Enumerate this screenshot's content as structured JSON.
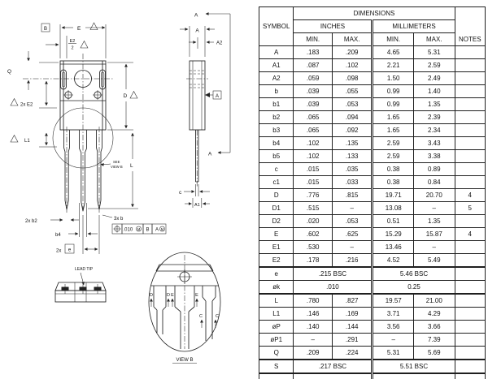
{
  "table": {
    "title": "DIMENSIONS",
    "symbol_header": "SYMBOL",
    "inches_header": "INCHES",
    "mm_header": "MILLIMETERS",
    "min_header": "MIN.",
    "max_header": "MAX.",
    "notes_header": "NOTES",
    "rows": [
      {
        "symbol": "A",
        "in_min": ".183",
        "in_max": ".209",
        "mm_min": "4.65",
        "mm_max": "5.31",
        "notes": ""
      },
      {
        "symbol": "A1",
        "in_min": ".087",
        "in_max": ".102",
        "mm_min": "2.21",
        "mm_max": "2.59",
        "notes": ""
      },
      {
        "symbol": "A2",
        "in_min": ".059",
        "in_max": ".098",
        "mm_min": "1.50",
        "mm_max": "2.49",
        "notes": ""
      },
      {
        "symbol": "b",
        "in_min": ".039",
        "in_max": ".055",
        "mm_min": "0.99",
        "mm_max": "1.40",
        "notes": ""
      },
      {
        "symbol": "b1",
        "in_min": ".039",
        "in_max": ".053",
        "mm_min": "0.99",
        "mm_max": "1.35",
        "notes": ""
      },
      {
        "symbol": "b2",
        "in_min": ".065",
        "in_max": ".094",
        "mm_min": "1.65",
        "mm_max": "2.39",
        "notes": ""
      },
      {
        "symbol": "b3",
        "in_min": ".065",
        "in_max": ".092",
        "mm_min": "1.65",
        "mm_max": "2.34",
        "notes": ""
      },
      {
        "symbol": "b4",
        "in_min": ".102",
        "in_max": ".135",
        "mm_min": "2.59",
        "mm_max": "3.43",
        "notes": ""
      },
      {
        "symbol": "b5",
        "in_min": ".102",
        "in_max": ".133",
        "mm_min": "2.59",
        "mm_max": "3.38",
        "notes": ""
      },
      {
        "symbol": "c",
        "in_min": ".015",
        "in_max": ".035",
        "mm_min": "0.38",
        "mm_max": "0.89",
        "notes": ""
      },
      {
        "symbol": "c1",
        "in_min": ".015",
        "in_max": ".033",
        "mm_min": "0.38",
        "mm_max": "0.84",
        "notes": ""
      },
      {
        "symbol": "D",
        "in_min": ".776",
        "in_max": ".815",
        "mm_min": "19.71",
        "mm_max": "20.70",
        "notes": "4"
      },
      {
        "symbol": "D1",
        "in_min": ".515",
        "in_max": "–",
        "mm_min": "13.08",
        "mm_max": "–",
        "notes": "5"
      },
      {
        "symbol": "D2",
        "in_min": ".020",
        "in_max": ".053",
        "mm_min": "0.51",
        "mm_max": "1.35",
        "notes": ""
      },
      {
        "symbol": "E",
        "in_min": ".602",
        "in_max": ".625",
        "mm_min": "15.29",
        "mm_max": "15.87",
        "notes": "4"
      },
      {
        "symbol": "E1",
        "in_min": ".530",
        "in_max": "–",
        "mm_min": "13.46",
        "mm_max": "–",
        "notes": ""
      },
      {
        "symbol": "E2",
        "in_min": ".178",
        "in_max": ".216",
        "mm_min": "4.52",
        "mm_max": "5.49",
        "notes": ""
      },
      {
        "symbol": "e",
        "span": true,
        "sep": true,
        "inches": ".215  BSC",
        "mm": "5.46  BSC",
        "notes": ""
      },
      {
        "symbol": "øk",
        "span": true,
        "inches": ".010",
        "mm": "0.25",
        "notes": ""
      },
      {
        "symbol": "L",
        "sep": true,
        "in_min": ".780",
        "in_max": ".827",
        "mm_min": "19.57",
        "mm_max": "21.00",
        "notes": ""
      },
      {
        "symbol": "L1",
        "in_min": ".146",
        "in_max": ".169",
        "mm_min": "3.71",
        "mm_max": "4.29",
        "notes": ""
      },
      {
        "symbol": "øP",
        "in_min": ".140",
        "in_max": ".144",
        "mm_min": "3.56",
        "mm_max": "3.66",
        "notes": ""
      },
      {
        "symbol": "øP1",
        "in_min": "–",
        "in_max": ".291",
        "mm_min": "–",
        "mm_max": "7.39",
        "notes": ""
      },
      {
        "symbol": "Q",
        "in_min": ".209",
        "in_max": ".224",
        "mm_min": "5.31",
        "mm_max": "5.69",
        "notes": ""
      },
      {
        "symbol": "S",
        "span": true,
        "sep": true,
        "inches": ".217  BSC",
        "mm": "5.51  BSC",
        "notes": ""
      },
      {
        "empty": true,
        "sep": true
      }
    ]
  },
  "drawing": {
    "front": {
      "datum": "B",
      "e": "E",
      "e2_num": "E2",
      "e2_den": "2",
      "q": "Q",
      "x2e2": "2x E2",
      "l1": "L1",
      "d": "D",
      "l": "L",
      "see1": "SEE",
      "see2": "VIEW B",
      "x2b2": "2x b2",
      "x3b": "3x b",
      "b4": "b4",
      "x2": "2x",
      "pitch": "e",
      "fcf_tol": ".010",
      "fcf_m": "M",
      "fcf_d1": "B",
      "fcf_d2": "A"
    },
    "side": {
      "section": "A",
      "a": "A",
      "a2": "A2",
      "c": "c",
      "a1": "A1",
      "datum": "A"
    },
    "lead_tip": {
      "label": "LEAD TIP"
    },
    "view_b": {
      "label": "VIEW B",
      "d": "D",
      "e": "E",
      "c": "C"
    }
  }
}
